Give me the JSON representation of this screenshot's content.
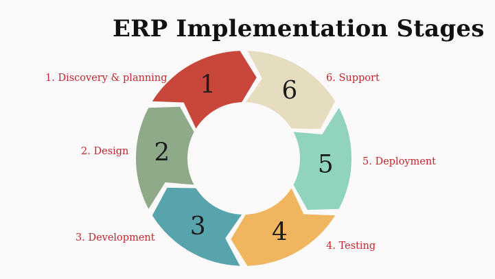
{
  "title": "ERP Implementation Stages",
  "stages": [
    {
      "number": "1",
      "label": "1. Discovery & planning",
      "color": "#c9473a"
    },
    {
      "number": "2",
      "label": "2. Design",
      "color": "#8faa88"
    },
    {
      "number": "3",
      "label": "3. Development",
      "color": "#58a4ac"
    },
    {
      "number": "4",
      "label": "4. Testing",
      "color": "#efb55f"
    },
    {
      "number": "5",
      "label": "5. Deployment",
      "color": "#90d4bf"
    },
    {
      "number": "6",
      "label": "6. Support",
      "color": "#e6ddc1"
    }
  ],
  "label_color": "#c0272d"
}
